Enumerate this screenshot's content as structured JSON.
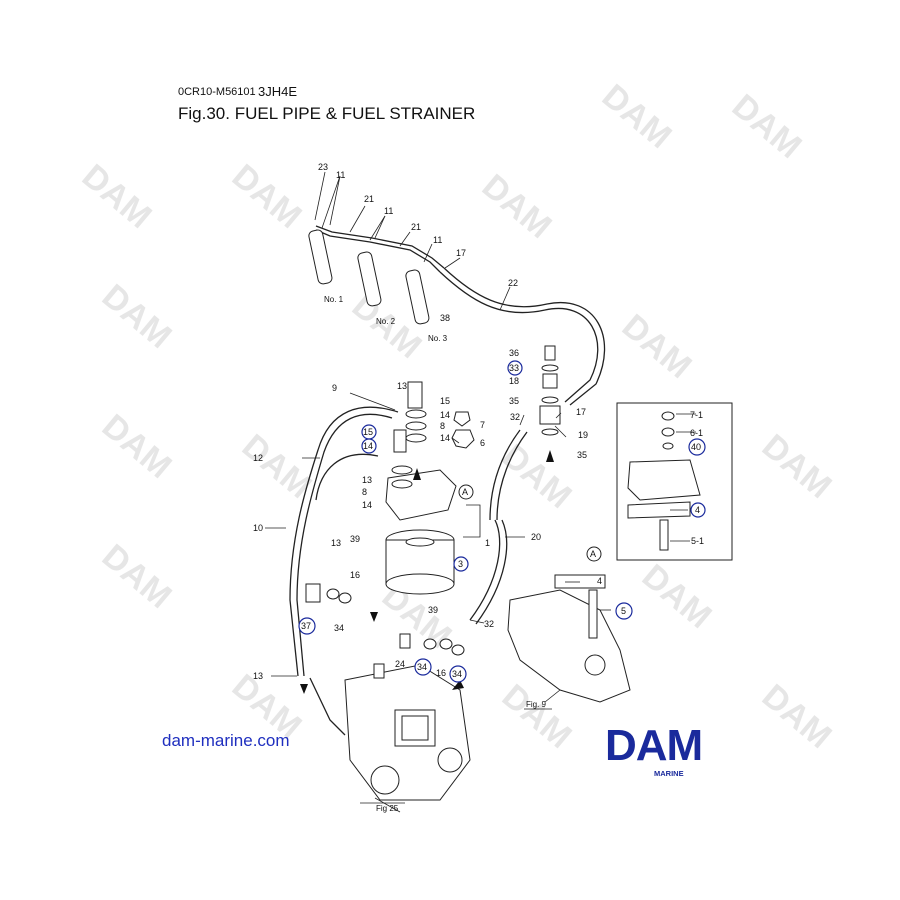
{
  "header": {
    "code": "0CR10-M56101",
    "model": "3JH4E",
    "title": "Fig.30.  FUEL PIPE & FUEL STRAINER"
  },
  "watermark": "DAM",
  "website": "dam-marine.com",
  "logo": {
    "main": "DAM",
    "sub": "MARINE",
    "color": "#1a2a9c"
  },
  "captions": {
    "cyl1": "No. 1",
    "cyl2": "No. 2",
    "cyl3": "No. 3",
    "fig9": "Fig. 9",
    "fig25": "Fig 25"
  },
  "labels": [
    "23",
    "11",
    "21",
    "11",
    "21",
    "11",
    "17",
    "22",
    "38",
    "36",
    "18",
    "35",
    "17",
    "32",
    "19",
    "35",
    "9",
    "13",
    "15",
    "14",
    "8",
    "7",
    "14",
    "6",
    "12",
    "13",
    "8",
    "14",
    "1",
    "10",
    "20",
    "39",
    "16",
    "13",
    "39",
    "32",
    "24",
    "16",
    "13",
    "4",
    "5-1",
    "7-1",
    "6-1",
    "A",
    "A"
  ],
  "circled_labels": [
    "33",
    "15",
    "14",
    "3",
    "37",
    "34",
    "34",
    "34",
    "5",
    "4",
    "40"
  ]
}
